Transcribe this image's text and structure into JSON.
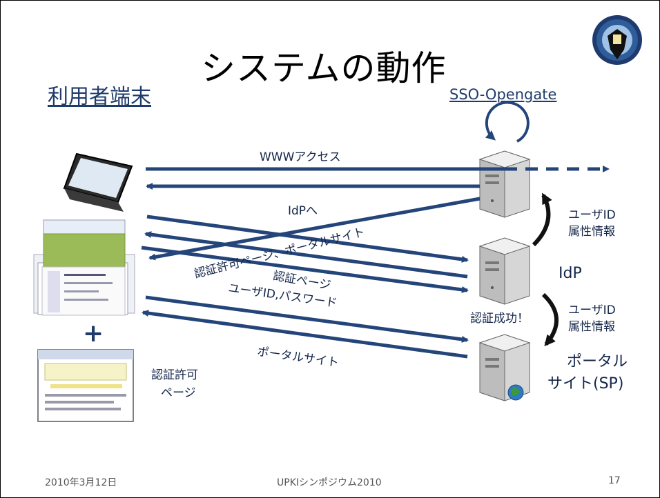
{
  "title": "システムの動作",
  "left_heading": "利用者端末",
  "sso_label": "SSO-Opengate",
  "labels": {
    "www_access": "WWWアクセス",
    "to_idp": "IdPへ",
    "portal_site_diag": "認証許可ページ、ポータルサイト",
    "auth_page": "認証ページ",
    "user_id_password": "ユーザID,パスワード",
    "portal_site": "ポータルサイト",
    "auth_success": "認証成功！",
    "idp": "IdP",
    "portal_sp_line1": "ポータル",
    "portal_sp_line2": "サイト(SP)",
    "auth_permit_line1": "認証許可",
    "auth_permit_line2": "ページ",
    "attr_top_line1": "ユーザID",
    "attr_top_line2": "属性情報",
    "attr_bottom_line1": "ユーザID",
    "attr_bottom_line2": "属性情報",
    "plus": "+"
  },
  "footer": {
    "date": "2010年3月12日",
    "event": "UPKIシンポジウム2010",
    "page": "17"
  },
  "colors": {
    "arrow": "#24457a",
    "accent_green": "#9bbb59",
    "server_gray": "#cfcfcf",
    "text_blue": "#1f3b6b"
  }
}
